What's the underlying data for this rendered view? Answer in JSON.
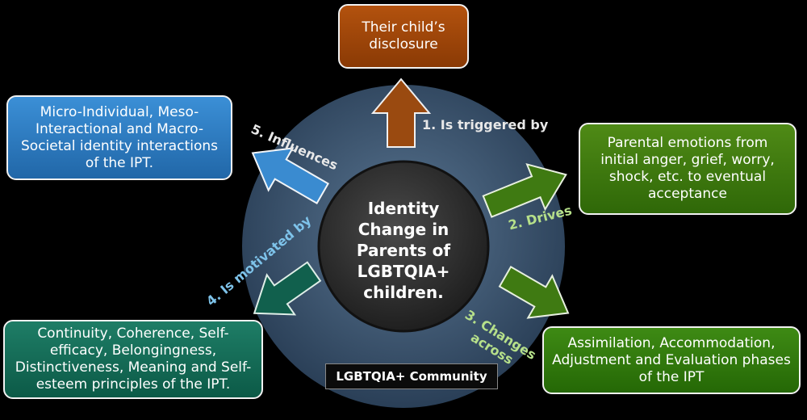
{
  "center": {
    "title": "Identity\nChange in\nParents of\nLGBTQIA+\nchildren."
  },
  "community_label": "LGBTQIA+ Community",
  "boxes": {
    "top": "Their child’s\ndisclosure",
    "top_left": "Micro-Individual, Meso-\nInteractional and Macro-\nSocietal identity interactions\nof the IPT.",
    "top_right": "Parental emotions from\ninitial anger, grief, worry,\nshock, etc. to eventual\nacceptance",
    "bottom_right": "Assimilation, Accommodation,\nAdjustment and Evaluation phases\nof the IPT",
    "bottom_left": "Continuity, Coherence, Self-\nefficacy, Belongingness,\nDistinctiveness, Meaning and Self-\nesteem principles of the IPT."
  },
  "relations": {
    "r1": "1. Is triggered by",
    "r2": "2. Drives",
    "r3": "3. Changes\nacross",
    "r4": "4. Is motivated by",
    "r5": "5. Influences"
  },
  "colors": {
    "background": "#000000",
    "outer_circle": "#2f4660",
    "inner_circle": "#333333",
    "arrow_brown": "#9a4a10",
    "arrow_green": "#3f7a12",
    "arrow_teal": "#11604d",
    "arrow_blue": "#3a8bd0"
  }
}
